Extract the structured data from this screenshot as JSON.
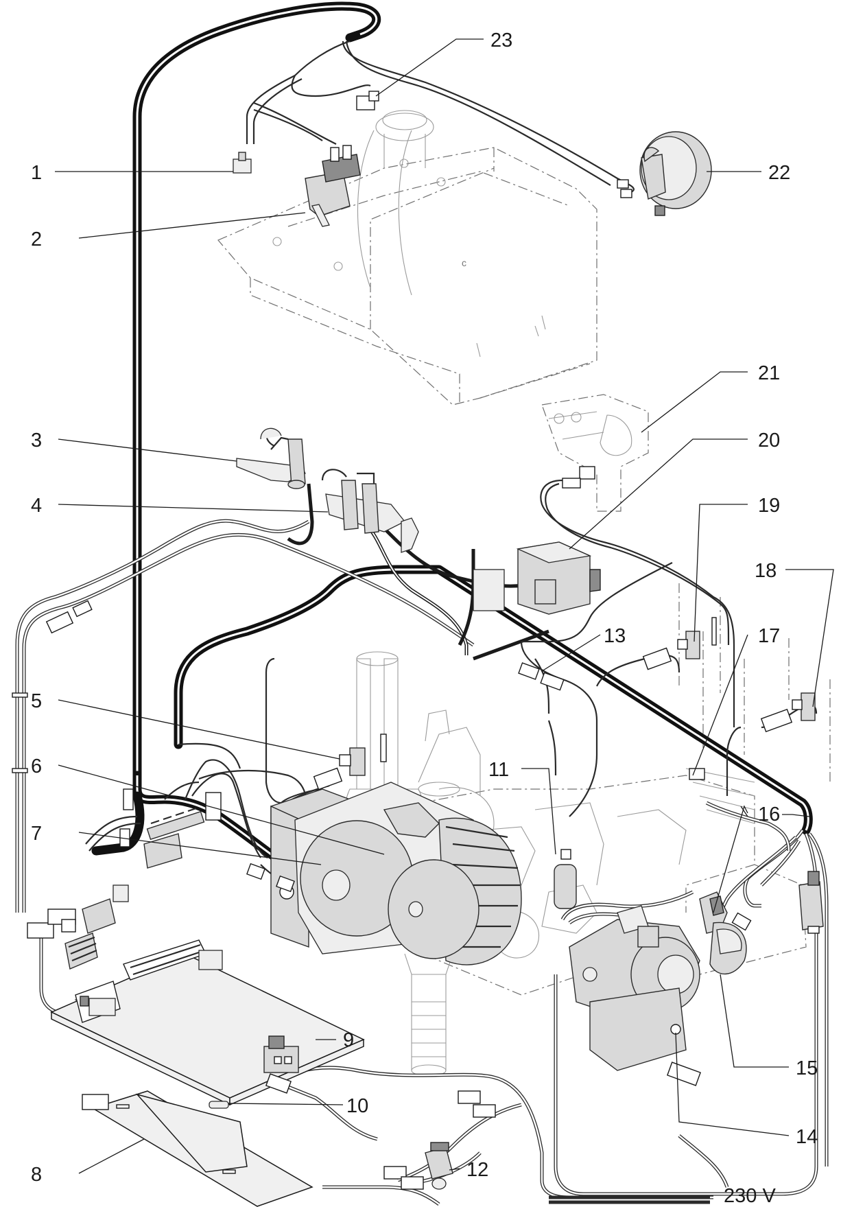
{
  "callouts": {
    "c1": "1",
    "c2": "2",
    "c3": "3",
    "c4": "4",
    "c5": "5",
    "c6": "6",
    "c7": "7",
    "c8": "8",
    "c9": "9",
    "c10": "10",
    "c11": "11",
    "c12": "12",
    "c13": "13",
    "c14": "14",
    "c15": "15",
    "c16": "16",
    "c17": "17",
    "c18": "18",
    "c19": "19",
    "c20": "20",
    "c21": "21",
    "c22": "22",
    "c23": "23"
  },
  "supply_label": "230 V",
  "heat_exchanger_mark": "c",
  "colors": {
    "line": "#1a1a1a",
    "part_fill": "#d9d9d9",
    "ghost": "#6f6f6f",
    "background": "#ffffff"
  }
}
